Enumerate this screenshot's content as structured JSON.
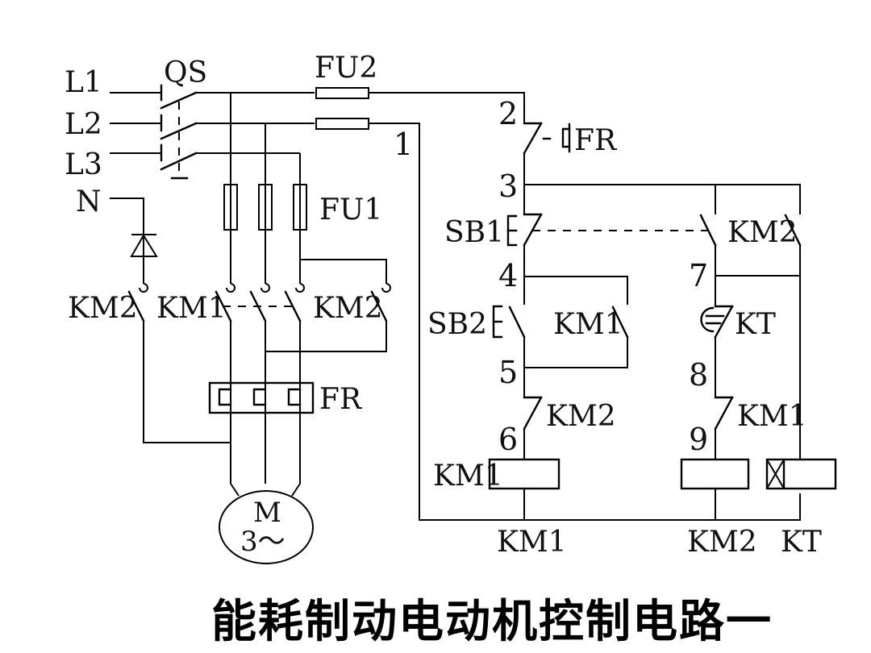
{
  "title": "能耗制动电动机控制电路一",
  "power_lines": {
    "l1": "L1",
    "l2": "L2",
    "l3": "L3",
    "n": "N"
  },
  "labels": {
    "qs": "QS",
    "fu2": "FU2",
    "fu1": "FU1",
    "fr_main": "FR",
    "fr_contact": "FR",
    "km2_diode_contact": "KM2",
    "km1_main": "KM1",
    "km2_main": "KM2",
    "sb1": "SB1",
    "sb2": "SB2",
    "km1_hold": "KM1",
    "km2_nc_left": "KM2",
    "km1_coil_side": "KM1",
    "km2_hold": "KM2",
    "kt_contact": "KT",
    "km1_nc_right": "KM1"
  },
  "nodes": {
    "n1": "1",
    "n2": "2",
    "n3": "3",
    "n4": "4",
    "n5": "5",
    "n6": "6",
    "n7": "7",
    "n8": "8",
    "n9": "9"
  },
  "motor": {
    "symbol": "M",
    "phase": "3～"
  },
  "coil_labels": {
    "km1": "KM1",
    "km2": "KM2",
    "kt": "KT"
  }
}
